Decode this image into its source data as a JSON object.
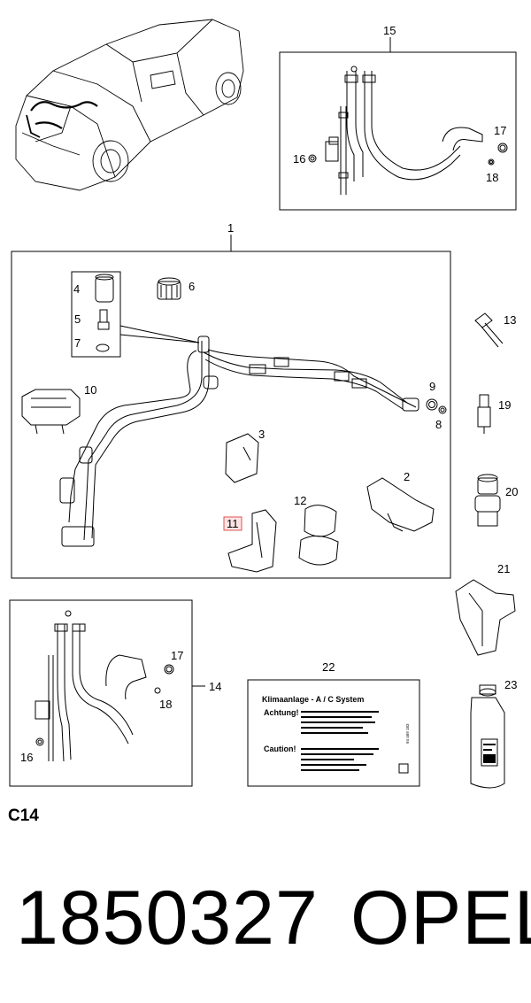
{
  "callouts": {
    "c1": "1",
    "c2": "2",
    "c3": "3",
    "c4": "4",
    "c5": "5",
    "c6": "6",
    "c7": "7",
    "c8": "8",
    "c9": "9",
    "c10": "10",
    "c11": "11",
    "c12": "12",
    "c13": "13",
    "c14": "14",
    "c15": "15",
    "c16a": "16",
    "c16b": "16",
    "c17a": "17",
    "c17b": "17",
    "c18a": "18",
    "c18b": "18",
    "c19": "19",
    "c20": "20",
    "c21": "21",
    "c22": "22",
    "c23": "23"
  },
  "highlight_color": "#e05050",
  "label22": {
    "title": "Klimaanlage - A / C System",
    "achtung": "Achtung!",
    "caution": "Caution!",
    "code": "94 469 183"
  },
  "footer": {
    "section_code": "C14",
    "part_number": "1850327",
    "brand": "OPEL"
  }
}
